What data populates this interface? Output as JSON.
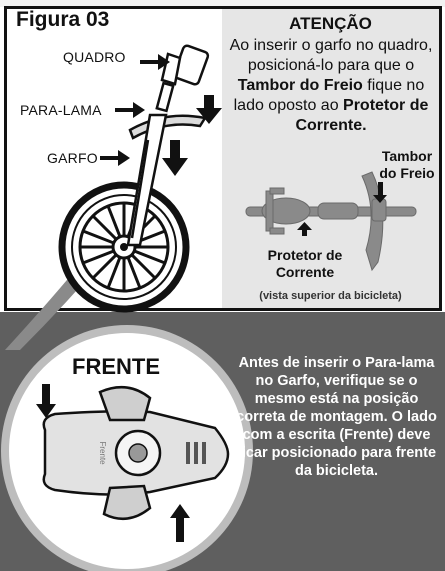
{
  "figure": {
    "title": "Figura 03"
  },
  "labels": {
    "quadro": "QUADRO",
    "para_lama": "PARA-LAMA",
    "garfo": "GARFO"
  },
  "attention": {
    "title": "ATENÇÃO",
    "text_1": "Ao inserir o garfo no quadro, posicioná-lo para que o ",
    "bold_1": "Tambor do Freio",
    "text_2": " fique no lado oposto ao ",
    "bold_2": "Protetor de Corrente."
  },
  "top_view": {
    "tambor_label": "Tambor do Freio",
    "protetor_label": "Protetor de Corrente",
    "caption": "(vista superior da bicicleta)"
  },
  "fender_detail": {
    "title": "FRENTE",
    "engraved_text": "Frente",
    "note": "Antes de inserir o Para-lama no Garfo, verifique se o mesmo está na posição correta de montagem. O lado com a escrita (Frente) deve ficar posicionado para frente da bicicleta."
  },
  "colors": {
    "panel_gray": "#e6e6e6",
    "dark_gray": "#5f5f5f",
    "ink": "#111111"
  }
}
